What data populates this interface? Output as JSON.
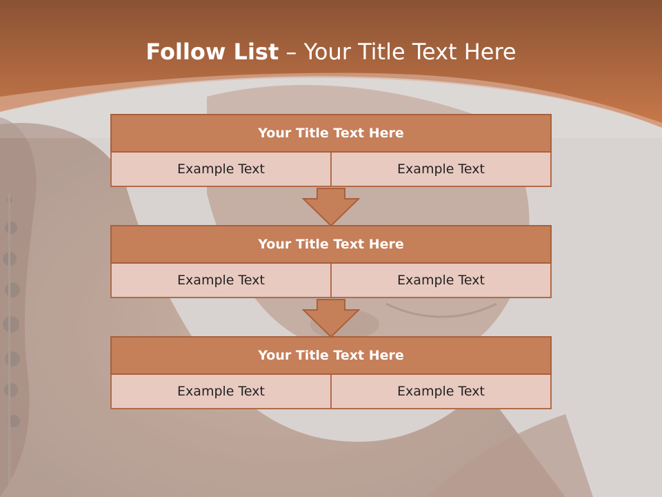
{
  "slide": {
    "title_bold": "Follow List",
    "title_rest": " – Your Title Text Here",
    "accent_color": "#c07a52",
    "blocks": [
      {
        "title": "Your Title Text Here",
        "left": "Example Text",
        "right": "Example Text"
      },
      {
        "title": "Your Title Text Here",
        "left": "Example Text",
        "right": "Example Text"
      },
      {
        "title": "Your Title Text Here",
        "left": "Example Text",
        "right": "Example Text"
      }
    ]
  }
}
